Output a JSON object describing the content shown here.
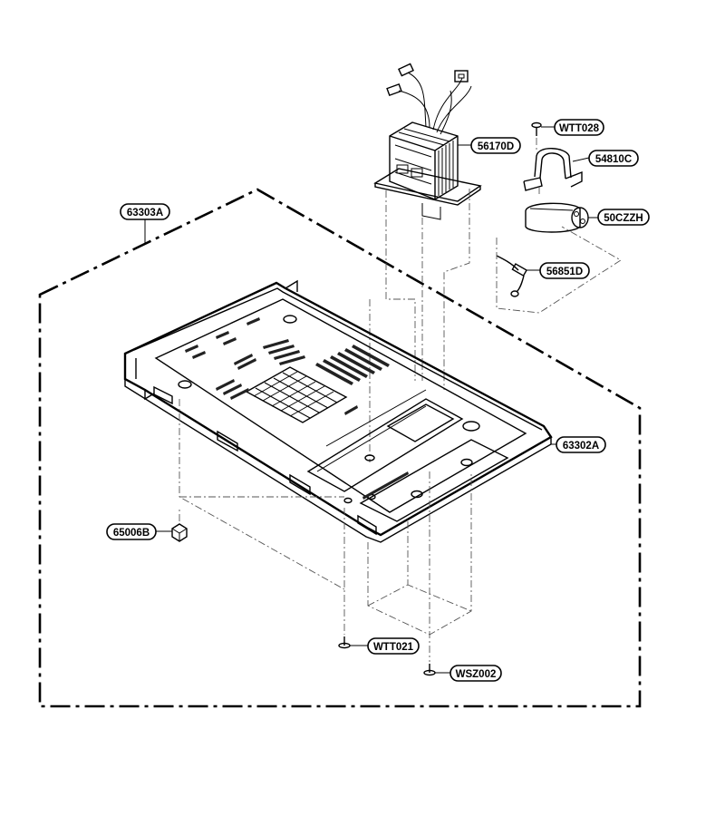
{
  "diagram": {
    "callouts": [
      {
        "id": "c-63303A",
        "label": "63303A"
      },
      {
        "id": "c-56170D",
        "label": "56170D"
      },
      {
        "id": "c-WTT028",
        "label": "WTT028"
      },
      {
        "id": "c-54810C",
        "label": "54810C"
      },
      {
        "id": "c-50CZZH",
        "label": "50CZZH"
      },
      {
        "id": "c-56851D",
        "label": "56851D"
      },
      {
        "id": "c-63302A",
        "label": "63302A"
      },
      {
        "id": "c-65006B",
        "label": "65006B"
      },
      {
        "id": "c-WTT021",
        "label": "WTT021"
      },
      {
        "id": "c-WSZ002",
        "label": "WSZ002"
      }
    ]
  }
}
